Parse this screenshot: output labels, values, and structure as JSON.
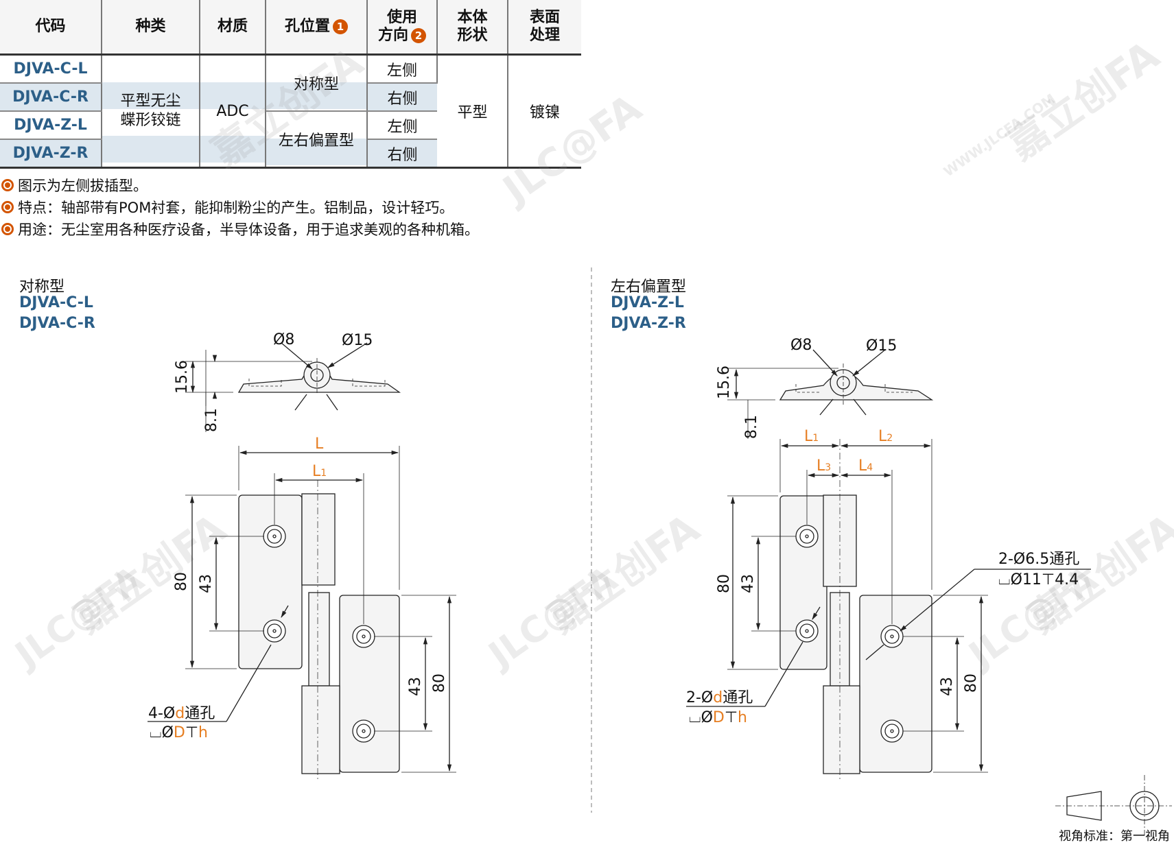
{
  "table": {
    "headers": {
      "code": "代码",
      "type": "种类",
      "material": "材质",
      "hole_position": "孔位置",
      "hole_position_badge": "1",
      "direction_line1": "使用",
      "direction_line2": "方向",
      "direction_badge": "2",
      "body_line1": "本体",
      "body_line2": "形状",
      "surface_line1": "表面",
      "surface_line2": "处理"
    },
    "rows": [
      {
        "code": "DJVA-C-L",
        "direction": "左侧"
      },
      {
        "code": "DJVA-C-R",
        "direction": "右侧"
      },
      {
        "code": "DJVA-Z-L",
        "direction": "左侧"
      },
      {
        "code": "DJVA-Z-R",
        "direction": "右侧"
      }
    ],
    "type_line1": "平型无尘",
    "type_line2": "蝶形铰链",
    "material": "ADC",
    "hole_symmetric": "对称型",
    "hole_offset": "左右偏置型",
    "body_shape": "平型",
    "surface": "镀镍"
  },
  "notes": [
    "图示为左侧拔插型。",
    "特点：轴部带有POM衬套，能抑制粉尘的产生。铝制品，设计轻巧。",
    "用途：无尘室用各种医疗设备，半导体设备，用于追求美观的各种机箱。"
  ],
  "left_section": {
    "title": "对称型",
    "code1": "DJVA-C-L",
    "code2": "DJVA-C-R"
  },
  "right_section": {
    "title": "左右偏置型",
    "code1": "DJVA-Z-L",
    "code2": "DJVA-Z-R"
  },
  "drawing": {
    "dia8": "Ø8",
    "dia15": "Ø15",
    "h156": "15.6",
    "h81": "8.1",
    "L": "L",
    "L1": "L",
    "L1_sub": "1",
    "L2": "L",
    "L2_sub": "2",
    "L3": "L",
    "L3_sub": "3",
    "L4": "L",
    "L4_sub": "4",
    "d80": "80",
    "d43": "43",
    "hole_left_prefix": "4-Ø",
    "hole_left_d": "d",
    "hole_left_suffix": "通孔",
    "hole_right_prefix": "2-Ø",
    "hole_right_d": "d",
    "hole_right_suffix": "通孔",
    "cb_sym": "⌴Ø",
    "cb_D": "D",
    "cb_depth": "⊤",
    "cb_h": "h",
    "fixed_hole": "2-Ø6.5通孔",
    "fixed_cb": "⌴Ø11⊤4.4"
  },
  "projection_label": "视角标准：第一视角",
  "watermark": {
    "brand": "嘉立创FA",
    "logo": "JLC@FA",
    "url": "WWW.JLCFA.COM"
  },
  "colors": {
    "accent": "#2c5f88",
    "orange": "#e67e22",
    "badge": "#d35400",
    "shade": "#dde7ef"
  }
}
